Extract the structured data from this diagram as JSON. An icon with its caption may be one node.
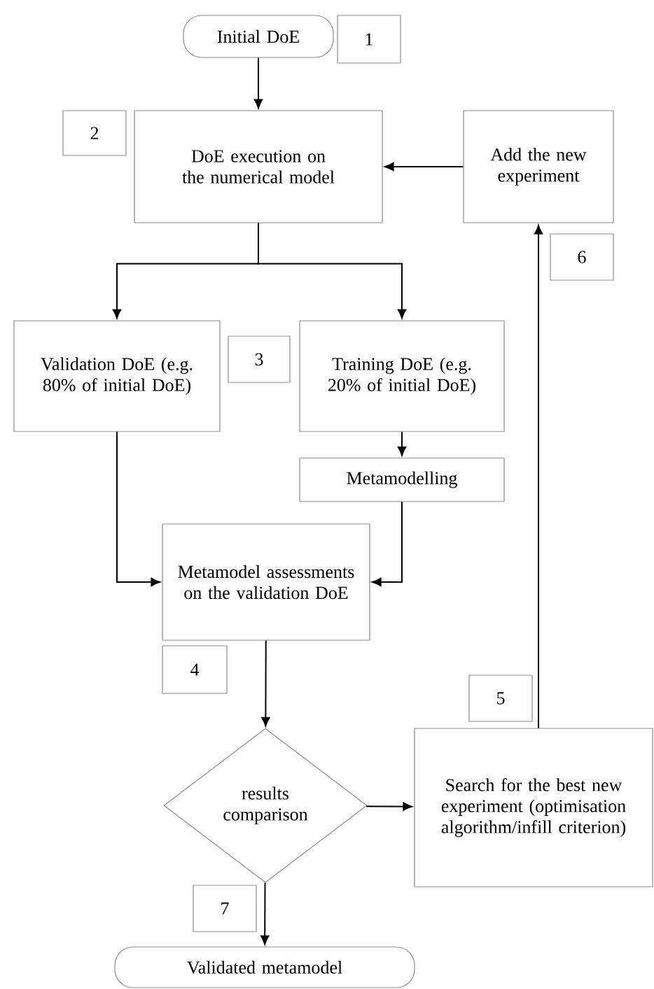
{
  "diagram": {
    "nodes": [
      {
        "text": [
          "Initial DoE"
        ]
      },
      {
        "text": [
          "1"
        ]
      },
      {
        "text": [
          "DoE execution on the numerical model"
        ]
      },
      {
        "text": [
          "2"
        ]
      },
      {
        "text": [
          "Add the new experiment"
        ]
      },
      {
        "text": [
          "6"
        ]
      },
      {
        "text": [
          "Validation DoE (e.g. 80% of initial DoE)"
        ]
      },
      {
        "text": [
          "3"
        ]
      },
      {
        "text": [
          "Training DoE (e.g. 20% of initial DoE)"
        ]
      },
      {
        "text": [
          "Metamodelling"
        ]
      },
      {
        "text": [
          "Metamodel assessments on the validation DoE"
        ]
      },
      {
        "text": [
          "4"
        ]
      },
      {
        "text": [
          "5"
        ]
      },
      {
        "text": [
          "results comparison"
        ]
      },
      {
        "text": [
          "Search for the best new experiment (optimisation algorithm/infill criterion)"
        ]
      },
      {
        "text": [
          "7"
        ]
      },
      {
        "text": [
          "Validated metamodel"
        ]
      }
    ],
    "edges": [
      {
        "from": 0,
        "to": 2,
        "arrow": "to"
      },
      {
        "from": 2,
        "to": 6,
        "arrow": "to"
      },
      {
        "from": 2,
        "to": 8,
        "arrow": "to"
      },
      {
        "from": 8,
        "to": 9,
        "arrow": "to"
      },
      {
        "from": 6,
        "to": 10,
        "arrow": "to"
      },
      {
        "from": 9,
        "to": 10,
        "arrow": "to"
      },
      {
        "from": 10,
        "to": 13,
        "arrow": "to"
      },
      {
        "from": 13,
        "to": 14,
        "arrow": "to"
      },
      {
        "from": 13,
        "to": 16,
        "arrow": "to"
      },
      {
        "from": 14,
        "to": 4,
        "arrow": "to"
      },
      {
        "from": 4,
        "to": 2,
        "arrow": "to"
      }
    ]
  }
}
